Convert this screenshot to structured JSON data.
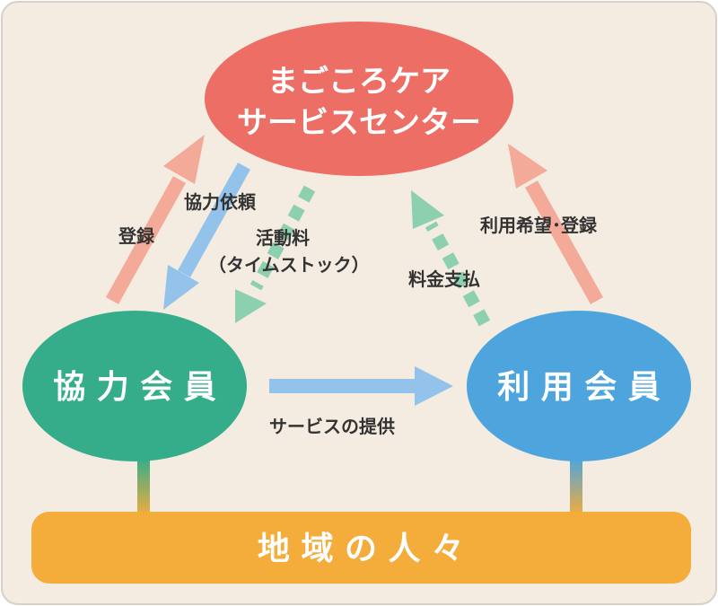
{
  "center": {
    "line1": "まごころケア",
    "line2": "サービスセンター"
  },
  "left_node": "協 力 会 員",
  "right_node": "利 用 会 員",
  "bottom_bar": "地 域 の 人 々",
  "labels": {
    "register": "登録",
    "request": "協力依頼",
    "fee_line1": "活動料",
    "fee_line2": "（タイムストック）",
    "payment": "料金支払",
    "use_register": "利用希望･登録",
    "service": "サービスの提供"
  },
  "colors": {
    "background": "#f4ece1",
    "center": "#ec6e65",
    "left": "#35ad8a",
    "right": "#4ea5dd",
    "bottom": "#f4ac3b",
    "pink_arrow": "#f4aa99",
    "blue_arrow": "#93c3ea",
    "green_arrow": "#8dd0b0"
  }
}
